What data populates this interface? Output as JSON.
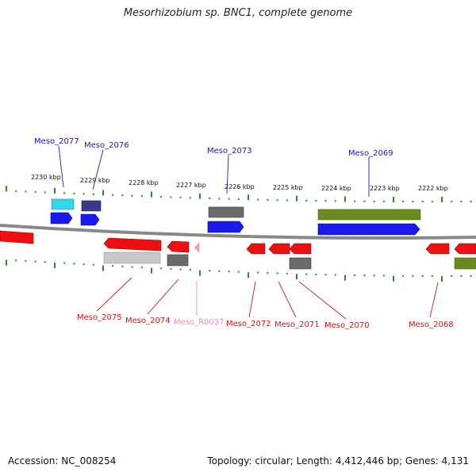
{
  "title": "Mesorhizobium sp. BNC1, complete genome",
  "footer": {
    "accession": "Accession: NC_008254",
    "topology": "Topology: circular; Length: 4,412,446 bp; Genes: 4,131"
  },
  "scale_labels": [
    "2230 kbp",
    "2229 kbp",
    "2228 kbp",
    "2227 kbp",
    "2226 kbp",
    "2225 kbp",
    "2224 kbp",
    "2223 kbp",
    "2222 kbp"
  ],
  "gene_labels": {
    "top": [
      "Meso_2077",
      "Meso_2076",
      "Meso_2073",
      "Meso_2069"
    ],
    "bottom": [
      "Meso_2075",
      "Meso_2074",
      "Meso_R0037",
      "Meso_2072",
      "Meso_2071",
      "Meso_2070",
      "Meso_2068"
    ]
  },
  "colors": {
    "forward_label": "#1a1aa8",
    "reverse_label": "#c81818",
    "rna_label": "#e890b8",
    "cds_forward": "#1a1aee",
    "cds_reverse": "#ee1010",
    "cog_green": "#6a8a20",
    "cog_gray": "#6a6a6a",
    "cog_cyan": "#30d8e8",
    "cog_navy": "#3a3a8a",
    "cog_light": "#c8c8c8",
    "backbone": "#888888",
    "ticks": "#2a8a2a"
  }
}
